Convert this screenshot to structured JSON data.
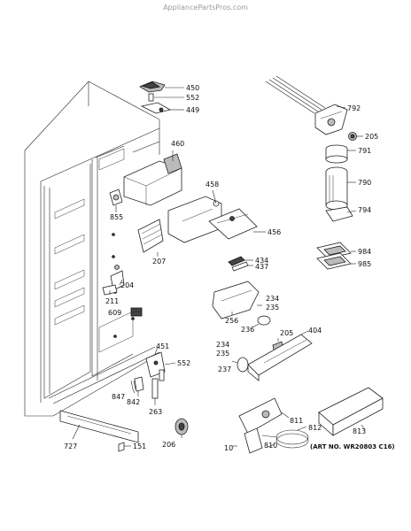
{
  "watermark": "AppliancePartsPros.com",
  "art_number": "(ART NO. WR20803 C16)",
  "callouts": {
    "c450": "450",
    "c552a": "552",
    "c449": "449",
    "c460": "460",
    "c458": "458",
    "c456": "456",
    "c855": "855",
    "c207": "207",
    "c434": "434",
    "c437": "437",
    "c204": "204",
    "c211": "211",
    "c609": "609",
    "c234a": "234",
    "c235a": "235",
    "c256": "256",
    "c236": "236",
    "c205b": "205",
    "c404": "404",
    "c234b": "234",
    "c235b": "235",
    "c237": "237",
    "c451": "451",
    "c552b": "552",
    "c847": "847",
    "c842": "842",
    "c263": "263",
    "c727": "727",
    "c151": "151",
    "c206": "206",
    "c811": "811",
    "c812": "812",
    "c813": "813",
    "c810": "810",
    "c10": "10",
    "c792": "792",
    "c205a": "205",
    "c791": "791",
    "c790": "790",
    "c794": "794",
    "c984": "984",
    "c985": "985"
  }
}
